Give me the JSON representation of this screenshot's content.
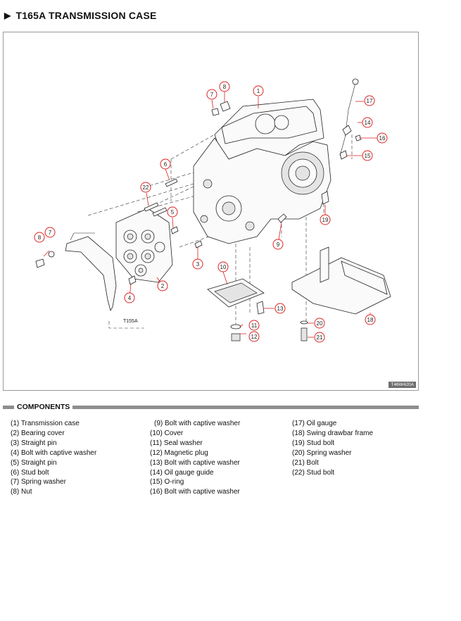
{
  "title": "T165A TRANSMISSION CASE",
  "figure": {
    "code": "T46W420A",
    "inset_label": "T155A",
    "callouts": [
      "1",
      "2",
      "3",
      "4",
      "5",
      "6",
      "7",
      "8",
      "9",
      "10",
      "11",
      "12",
      "13",
      "14",
      "15",
      "16",
      "17",
      "18",
      "19",
      "20",
      "21",
      "22",
      "7",
      "8"
    ]
  },
  "components_heading": "COMPONENTS",
  "components": {
    "col1": [
      "(1) Transmission case",
      "(2) Bearing cover",
      "(3) Straight pin",
      "(4) Bolt with captive washer",
      "(5) Straight pin",
      "(6) Stud bolt",
      "(7) Spring washer",
      "(8) Nut"
    ],
    "col2": [
      "(9) Bolt with captive washer",
      "(10) Cover",
      "(11) Seal washer",
      "(12) Magnetic plug",
      "(13) Bolt with captive washer",
      "(14) Oil gauge guide",
      "(15) O-ring",
      "(16) Bolt with captive washer"
    ],
    "col3": [
      "(17) Oil gauge",
      "(18) Swing drawbar frame",
      "(19) Stud bolt",
      "(20) Spring washer",
      "(21) Bolt",
      "(22) Stud bolt"
    ]
  },
  "colors": {
    "callout": "#dd2222",
    "rule": "#8e8e8e"
  }
}
